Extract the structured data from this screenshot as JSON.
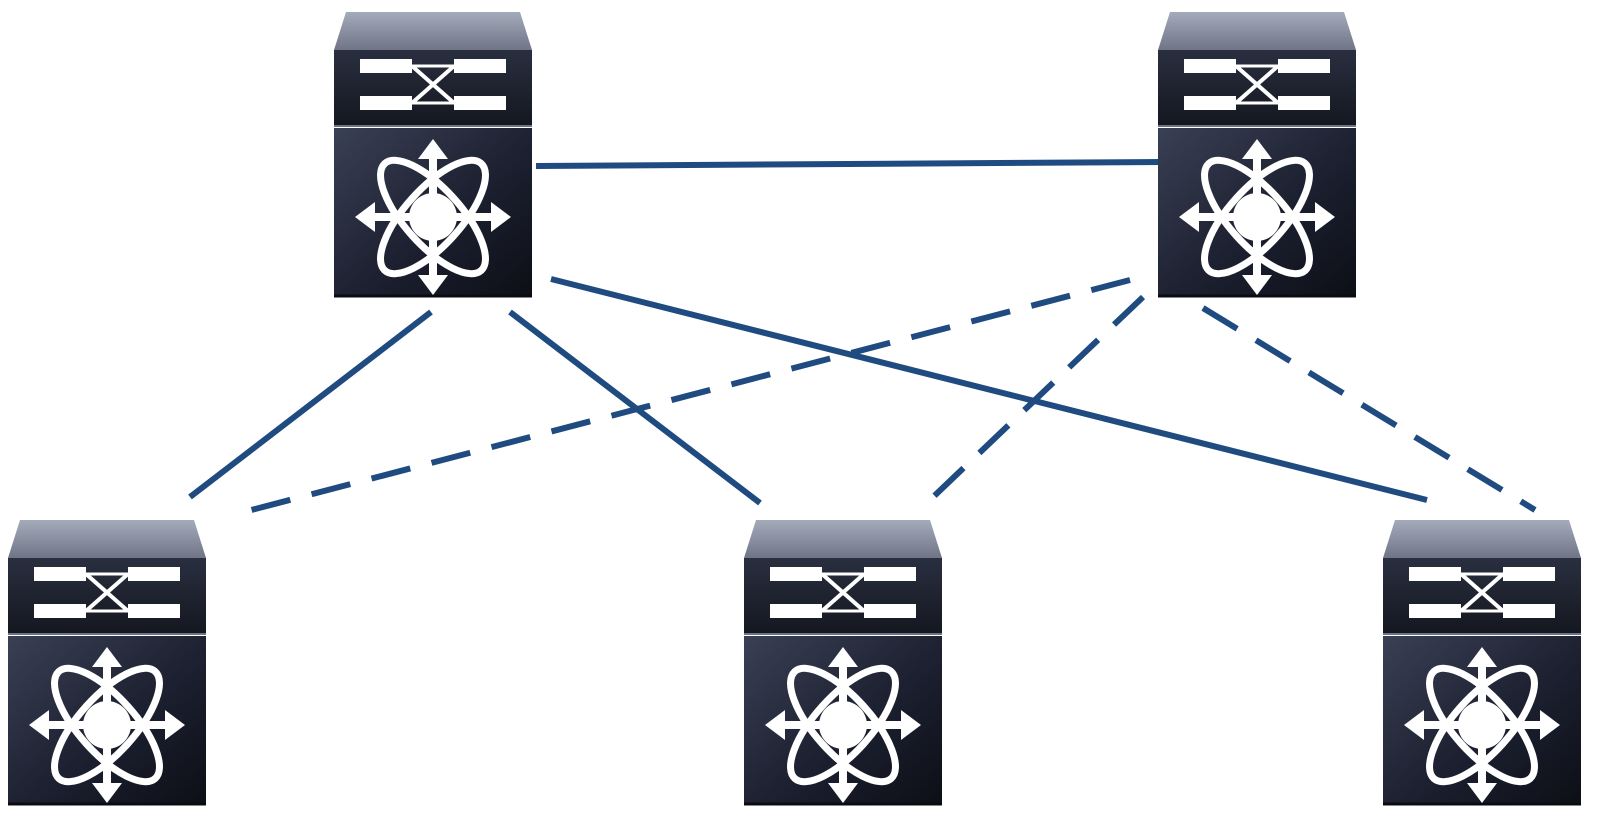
{
  "colors": {
    "background": "#ffffff",
    "link": "#1f4b80",
    "device_top": "#8e95a6",
    "device_body_dark": "#161925",
    "device_body_mid": "#2c3144",
    "device_glyph": "#ffffff"
  },
  "nodes": [
    {
      "id": "core-switch-1",
      "tier": "core",
      "icon": "layer3-switch-icon"
    },
    {
      "id": "core-switch-2",
      "tier": "core",
      "icon": "layer3-switch-icon"
    },
    {
      "id": "access-switch-1",
      "tier": "access",
      "icon": "layer3-switch-icon"
    },
    {
      "id": "access-switch-2",
      "tier": "access",
      "icon": "layer3-switch-icon"
    },
    {
      "id": "access-switch-3",
      "tier": "access",
      "icon": "layer3-switch-icon"
    }
  ],
  "links": [
    {
      "from": "core-switch-1",
      "to": "core-switch-2",
      "style": "solid"
    },
    {
      "from": "core-switch-1",
      "to": "access-switch-1",
      "style": "solid"
    },
    {
      "from": "core-switch-1",
      "to": "access-switch-2",
      "style": "solid"
    },
    {
      "from": "core-switch-1",
      "to": "access-switch-3",
      "style": "solid"
    },
    {
      "from": "core-switch-2",
      "to": "access-switch-1",
      "style": "dashed"
    },
    {
      "from": "core-switch-2",
      "to": "access-switch-2",
      "style": "dashed"
    },
    {
      "from": "core-switch-2",
      "to": "access-switch-3",
      "style": "dashed"
    }
  ]
}
